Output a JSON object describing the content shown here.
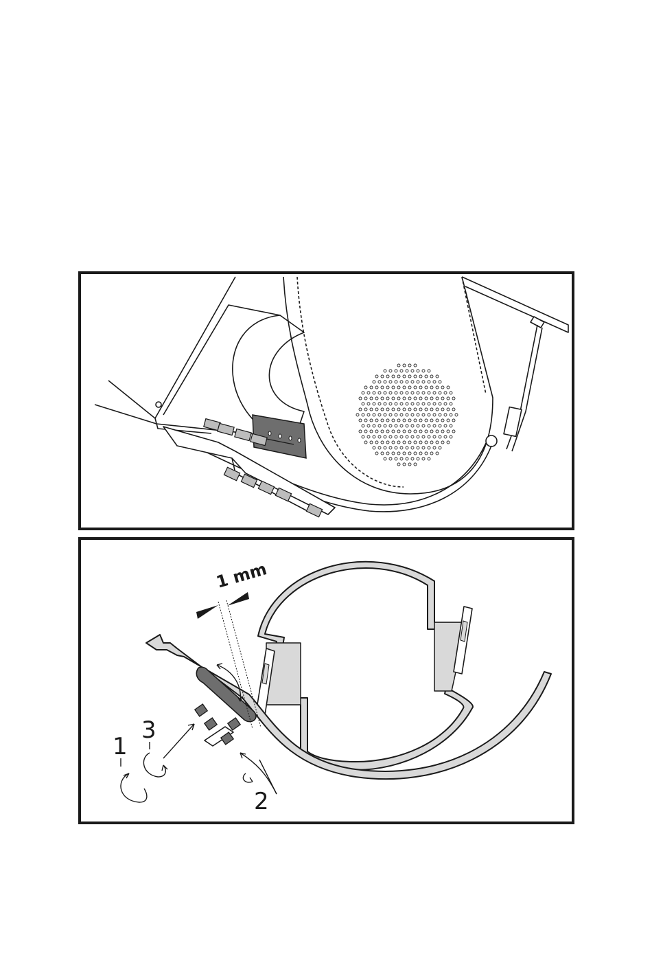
{
  "figure": {
    "callouts": {
      "gap": "1 mm",
      "step1": "1",
      "step2": "2",
      "step3": "3"
    }
  },
  "colors": {
    "line": "#1a1a1a",
    "part_fill": "#d9d9d9",
    "dark_fill": "#6e6e6e"
  }
}
